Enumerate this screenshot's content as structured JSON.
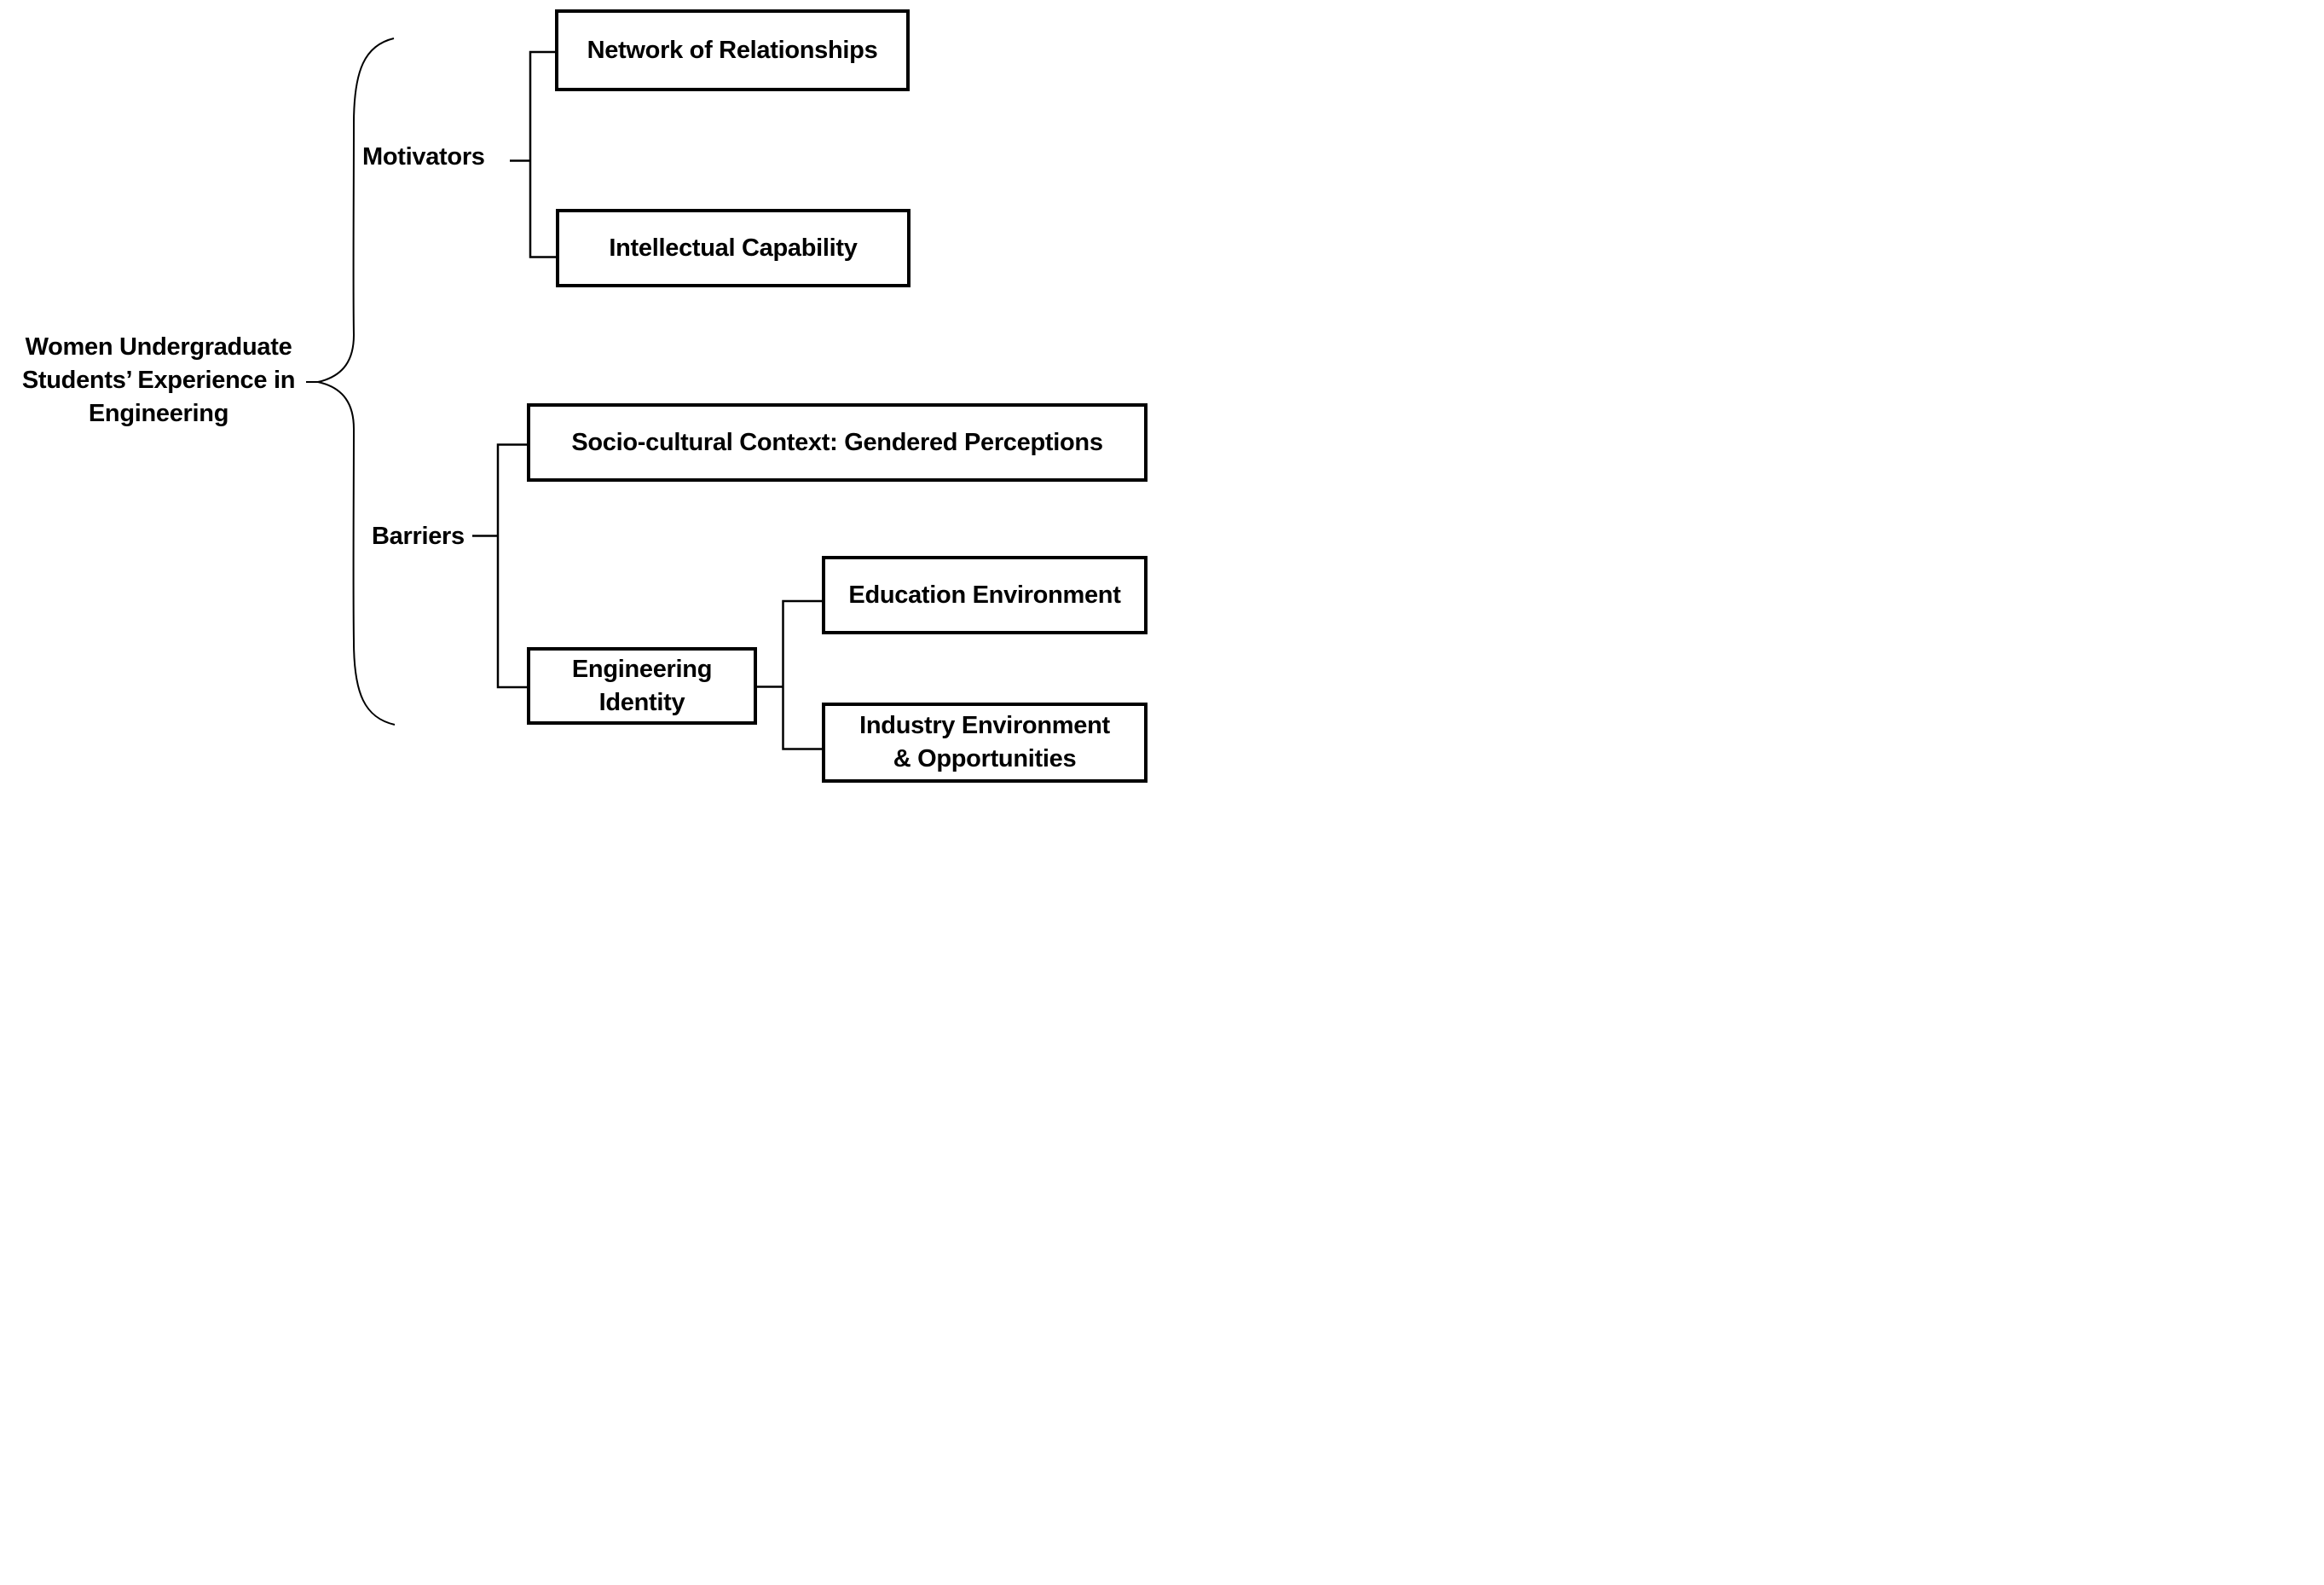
{
  "diagram": {
    "title_lines": [
      "Women Undergraduate",
      "Students’ Experience in",
      "Engineering"
    ],
    "groups": [
      {
        "label": "Motivators"
      },
      {
        "label": "Barriers"
      }
    ],
    "boxes": {
      "network": {
        "lines": [
          "Network of Relationships"
        ]
      },
      "intellectual": {
        "lines": [
          "Intellectual Capability"
        ]
      },
      "socio": {
        "lines": [
          "Socio-cultural Context: Gendered Perceptions"
        ]
      },
      "identity": {
        "lines": [
          "Engineering",
          "Identity"
        ]
      },
      "education": {
        "lines": [
          "Education Environment"
        ]
      },
      "industry": {
        "lines": [
          "Industry Environment",
          "& Opportunities"
        ]
      }
    },
    "colors": {
      "line": "#000000",
      "box_border": "#000000",
      "text": "#000000",
      "background": "#ffffff"
    }
  }
}
